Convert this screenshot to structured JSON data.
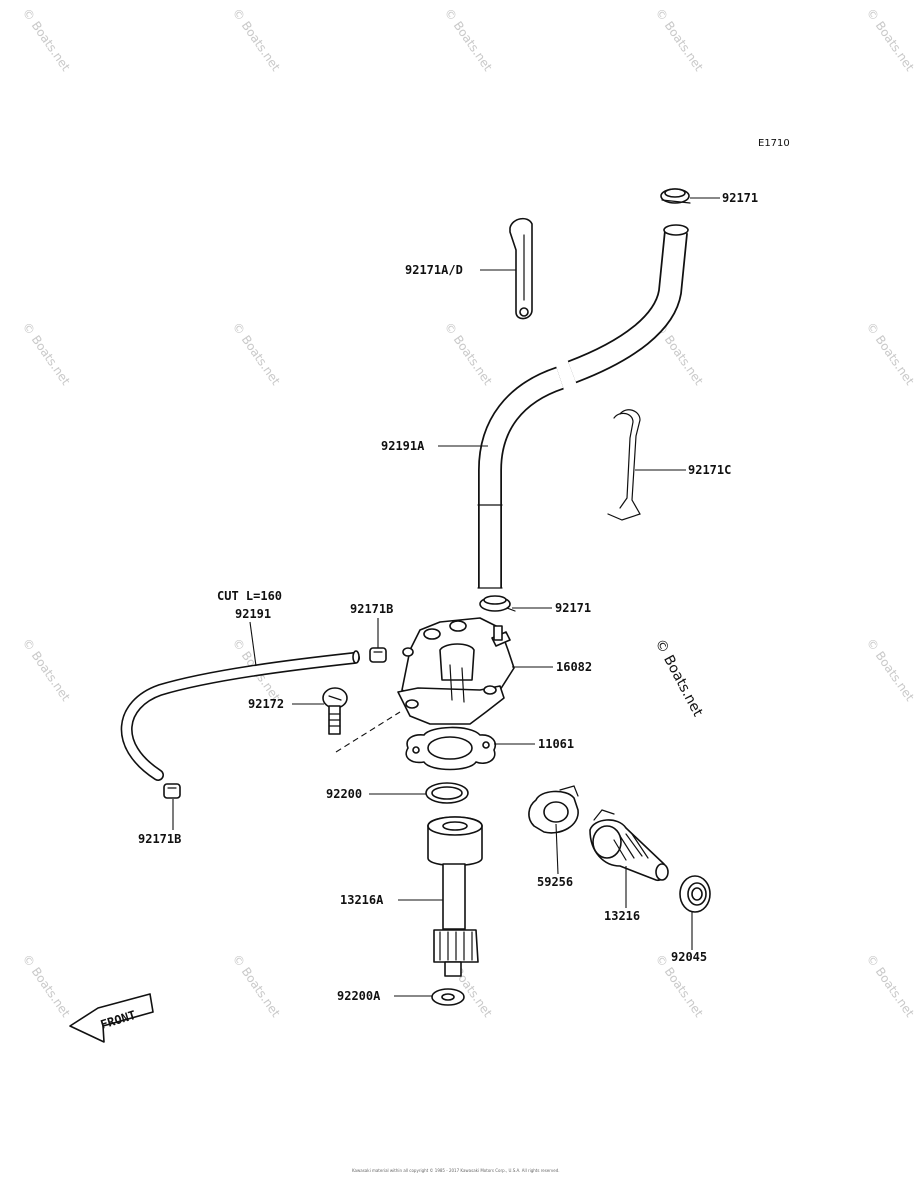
{
  "diagram": {
    "ref_code": "E1710",
    "watermark_text": "© Boats.net",
    "front_label": "FRONT",
    "footer_text": "Kawasaki material within all copyright © 1985 - 2017 Kawasaki Motors Corp., U.S.A. All rights reserved.",
    "labels": {
      "p92171_top": "92171",
      "p92171ad": "92171A/D",
      "p92191a": "92191A",
      "p92171c": "92171C",
      "p92171_pump": "92171",
      "p16082": "16082",
      "cut": "CUT L=160",
      "p92191": "92191",
      "p92171b_top": "92171B",
      "p92172": "92172",
      "p11061": "11061",
      "p92200": "92200",
      "p92171b_bot": "92171B",
      "p59256": "59256",
      "p13216a": "13216A",
      "p13216": "13216",
      "p92045": "92045",
      "p92200a": "92200A"
    }
  }
}
